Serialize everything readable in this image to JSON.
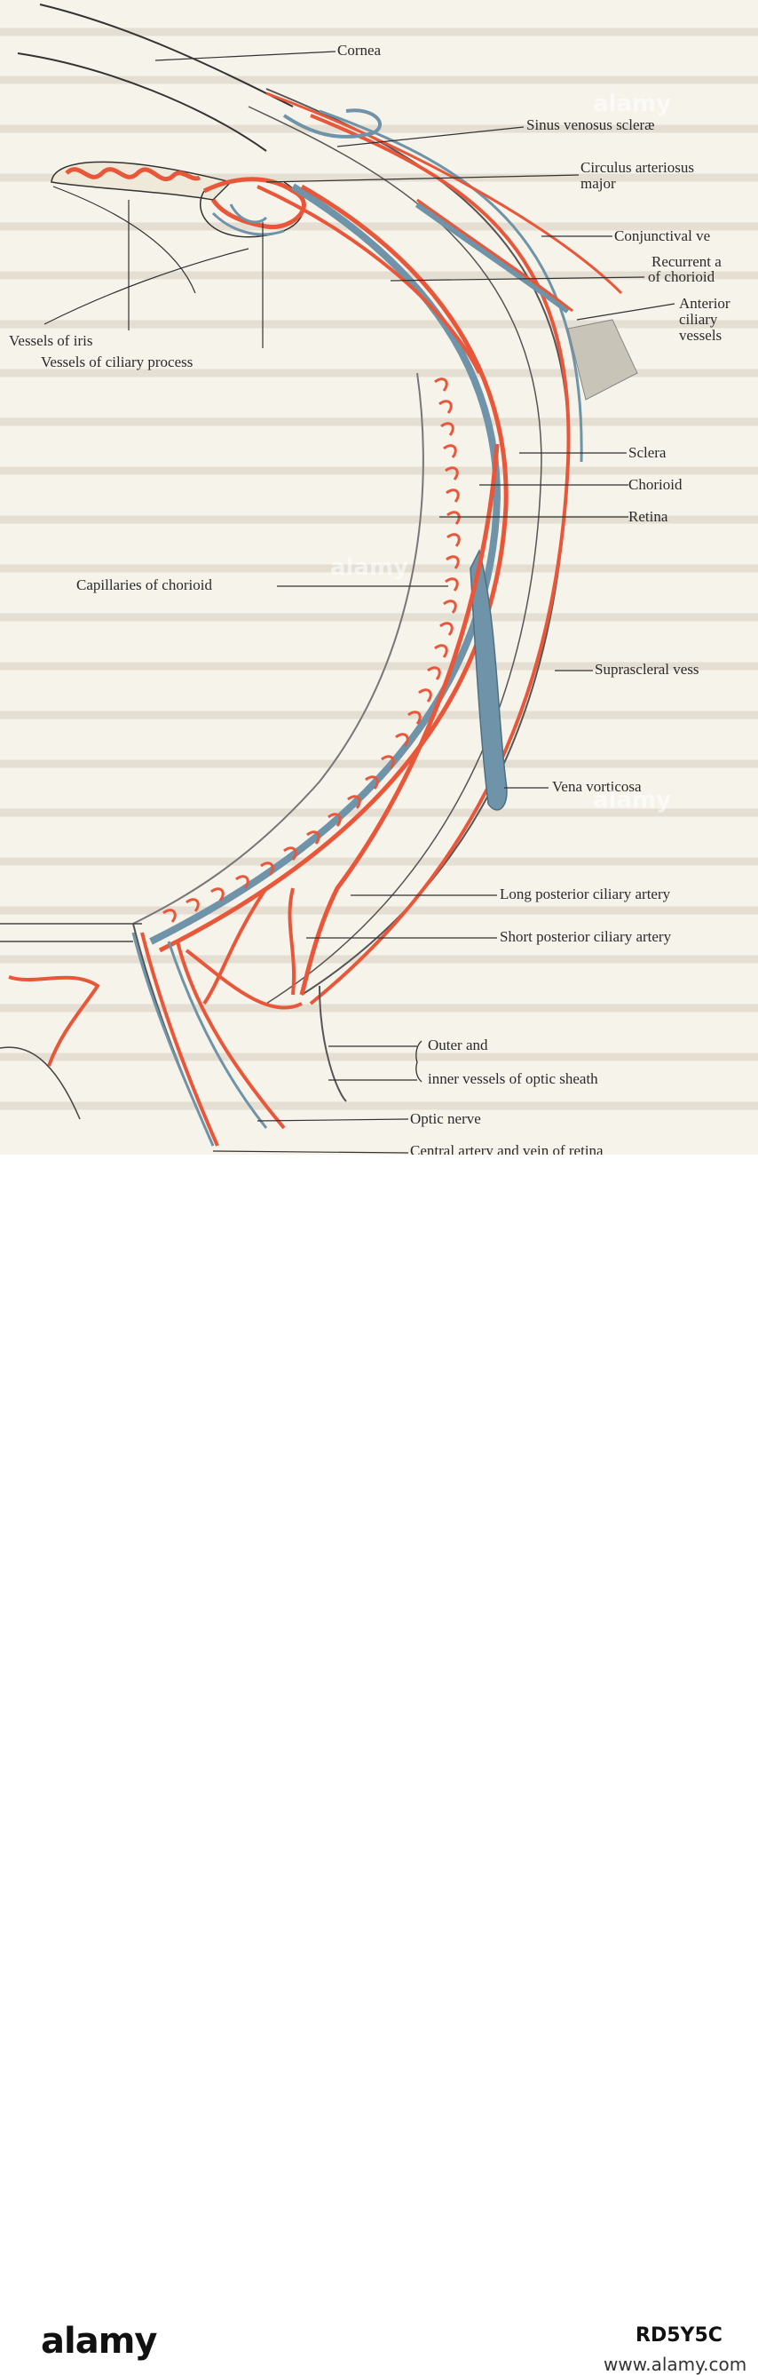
{
  "figure": {
    "labels": {
      "cornea": "Cornea",
      "sinus_venosus": "Sinus venosus scleræ",
      "circulus_1": "Circulus arteriosus",
      "circulus_2": "major",
      "conjunctival": "Conjunctival ve",
      "recurrent_1": "Recurrent a",
      "recurrent_2": "of chorioid",
      "anterior_1": "Anterior",
      "anterior_2": "ciliary",
      "anterior_3": "vessels",
      "vessels_iris": "Vessels of iris",
      "vessels_ciliary": "Vessels of ciliary process",
      "sclera": "Sclera",
      "chorioid": "Chorioid",
      "retina": "Retina",
      "capillaries": "Capillaries of chorioid",
      "suprascleral": "Suprascleral vess",
      "vena_vorticosa": "Vena vorticosa",
      "long_posterior": "Long posterior ciliary artery",
      "short_posterior": "Short posterior ciliary artery",
      "outer_and": "Outer and",
      "inner_vessels": "inner vessels of optic sheath",
      "optic_nerve": "Optic nerve",
      "central_artery": "Central artery and vein of retina"
    },
    "colors": {
      "artery": "#e8573a",
      "vein": "#6f93a8",
      "background": "#f6f3ea",
      "ink": "#2a2a2a"
    }
  },
  "watermark": {
    "text": "alamy"
  },
  "footer": {
    "logo": "alamy",
    "image_id": "RD5Y5C",
    "url": "www.alamy.com"
  }
}
